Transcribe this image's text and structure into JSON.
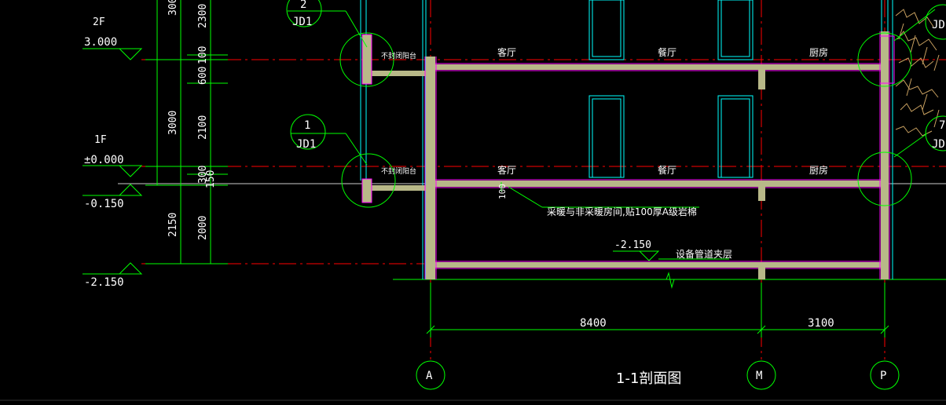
{
  "levels": {
    "floor2": {
      "name": "2F",
      "value": "3.000"
    },
    "floor1": {
      "name": "1F",
      "value": "±0.000"
    },
    "sub1": "-0.150",
    "sub2": "-2.150"
  },
  "dims_vertical": {
    "outer": [
      "300",
      "3000",
      "2150"
    ],
    "inner": [
      "2300",
      "100",
      "600",
      "2100",
      "300",
      "150",
      "2000"
    ]
  },
  "details": [
    {
      "num": "2",
      "ref": "JD1"
    },
    {
      "num": "1",
      "ref": "JD1"
    },
    {
      "num": "7",
      "ref": "JD"
    },
    {
      "num": "",
      "ref": "JD"
    }
  ],
  "rooms": {
    "balcony": "不封闭阳台",
    "living": "客厅",
    "dining": "餐厅",
    "kitchen": "厨房"
  },
  "notes": {
    "insulation": "采暖与非采暖房间,贴100厚A级岩棉",
    "insulation_dim": "100",
    "duct_level": "-2.150",
    "duct_layer": "设备管道夹层"
  },
  "dims_horizontal": [
    "8400",
    "3100"
  ],
  "axes": [
    "A",
    "M",
    "P"
  ],
  "title": "1-1剖面图",
  "colors": {
    "background": "#000000",
    "dimension": "#00ff00",
    "text": "#ffffff",
    "slab": "#b8b888",
    "wall_edge": "#ff00ff",
    "window": "#00ffff",
    "axis_line": "#ff0000",
    "level_line": "#aaaaaa",
    "hatch": "#c8a060"
  }
}
